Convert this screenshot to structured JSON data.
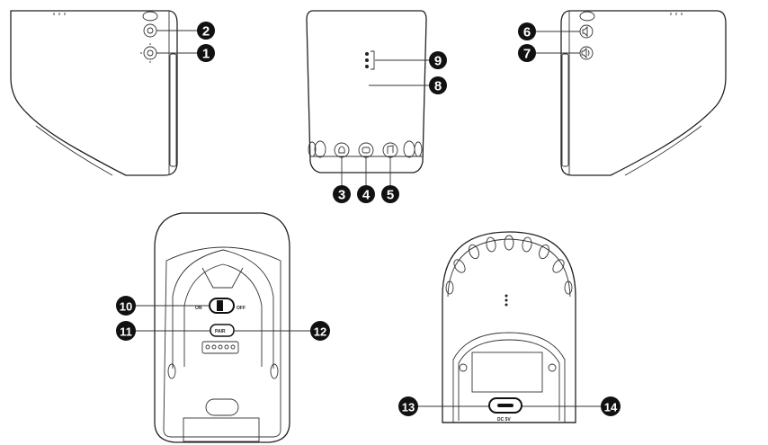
{
  "callouts": {
    "c1": "1",
    "c2": "2",
    "c3": "3",
    "c4": "4",
    "c5": "5",
    "c6": "6",
    "c7": "7",
    "c8": "8",
    "c9": "9",
    "c10": "10",
    "c11": "11",
    "c12": "12",
    "c13": "13",
    "c14": "14"
  },
  "labels": {
    "on": "ON",
    "off": "OFF",
    "pair": "PAIR",
    "dc": "DC 5V"
  }
}
